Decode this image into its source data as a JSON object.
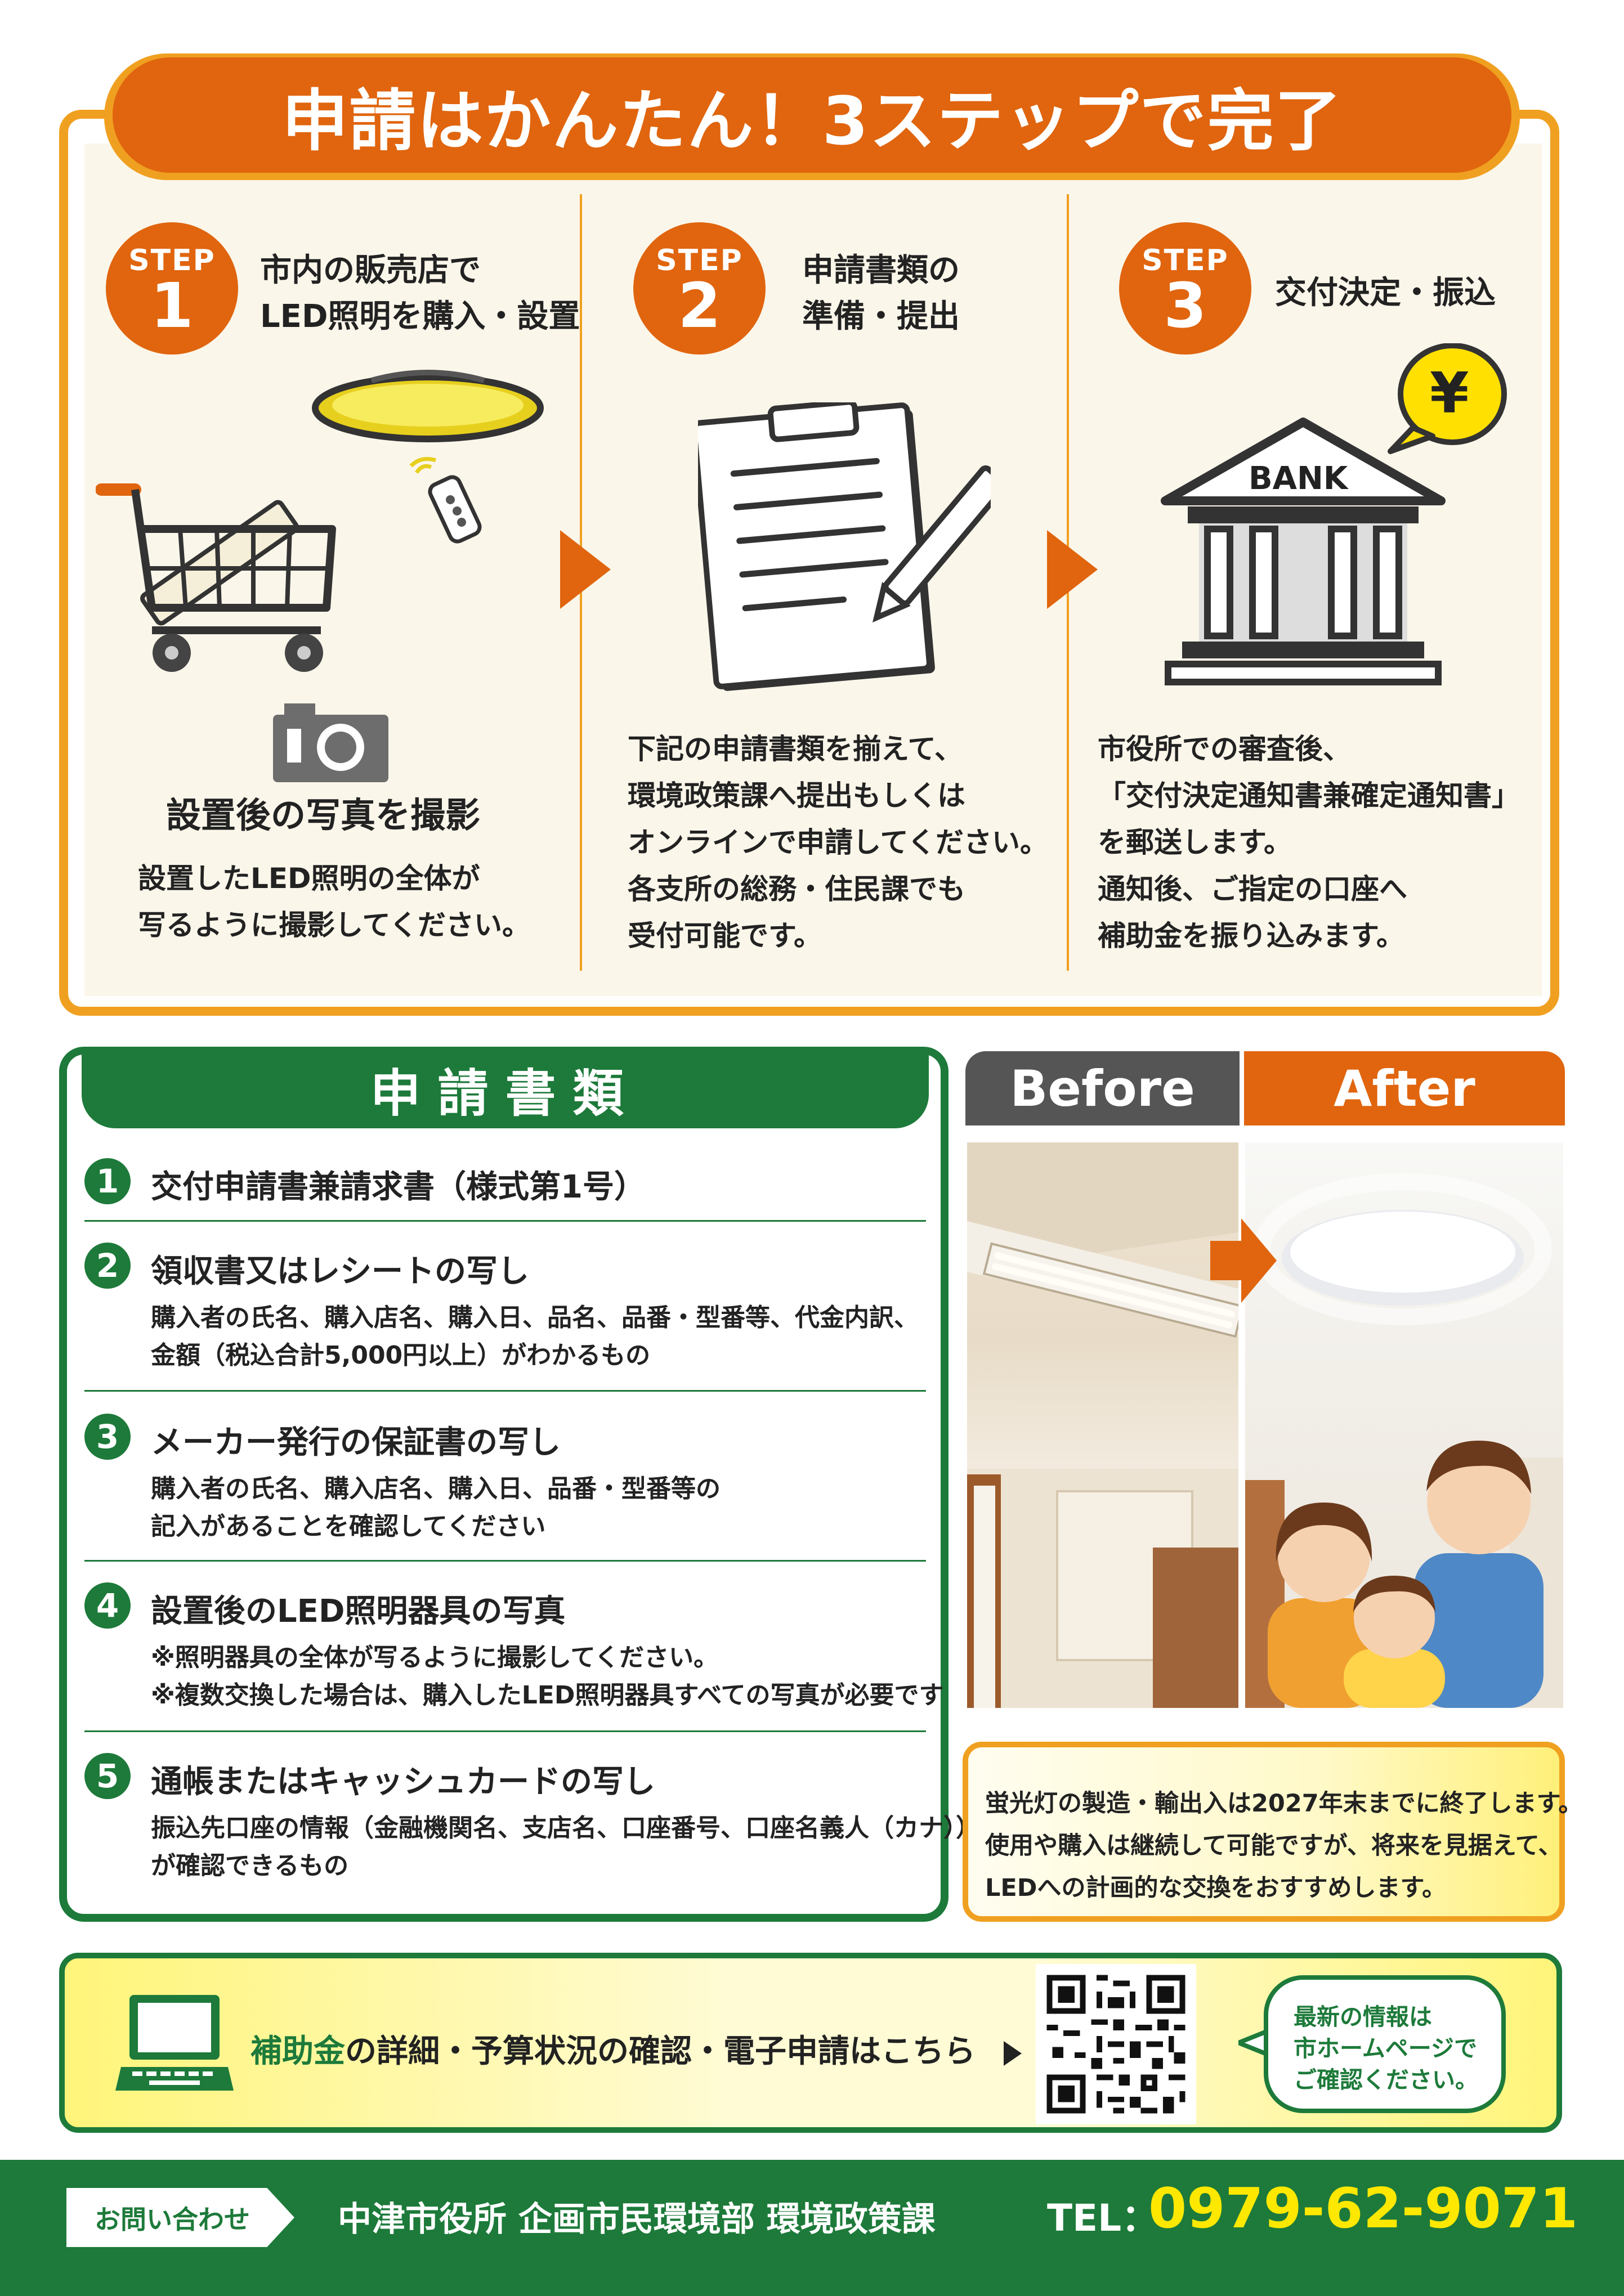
{
  "steps_section": {
    "title": "申請はかんたん！3ステップで完了",
    "step_word": "STEP",
    "steps": [
      {
        "number": "1",
        "title_lines": [
          "市内の販売店で",
          "LED照明を購入・設置"
        ],
        "photo_heading": "設置後の写真を撮影",
        "body_lines": [
          "設置したLED照明の全体が",
          "写るように撮影してください。"
        ]
      },
      {
        "number": "2",
        "title_lines": [
          "申請書類の",
          "準備・提出"
        ],
        "body_lines": [
          "下記の申請書類を揃えて、",
          "環境政策課へ提出もしくは",
          "オンラインで申請してください。",
          "各支所の総務・住民課でも",
          "受付可能です。"
        ]
      },
      {
        "number": "3",
        "title_lines": [
          "交付決定・振込"
        ],
        "bank_label": "BANK",
        "yen_symbol": "¥",
        "body_lines": [
          "市役所での審査後、",
          "「交付決定通知書兼確定通知書」",
          "を郵送します。",
          "通知後、ご指定の口座へ",
          "補助金を振り込みます。"
        ]
      }
    ]
  },
  "documents_section": {
    "title": "申請書類",
    "items": [
      {
        "number": "1",
        "title": "交付申請書兼請求書（様式第1号）",
        "desc_lines": []
      },
      {
        "number": "2",
        "title": "領収書又はレシートの写し",
        "desc_lines": [
          "購入者の氏名、購入店名、購入日、品名、品番・型番等、代金内訳、",
          "金額（税込合計5,000円以上）がわかるもの"
        ]
      },
      {
        "number": "3",
        "title": "メーカー発行の保証書の写し",
        "desc_lines": [
          "購入者の氏名、購入店名、購入日、品番・型番等の",
          "記入があることを確認してください"
        ]
      },
      {
        "number": "4",
        "title": "設置後のLED照明器具の写真",
        "desc_lines": [
          "※照明器具の全体が写るように撮影してください。",
          "※複数交換した場合は、購入したLED照明器具すべての写真が必要です"
        ]
      },
      {
        "number": "5",
        "title": "通帳またはキャッシュカードの写し",
        "desc_lines": [
          "振込先口座の情報（金融機関名、支店名、口座番号、口座名義人（カナ））",
          "が確認できるもの"
        ]
      }
    ]
  },
  "before_after": {
    "before_label": "Before",
    "after_label": "After",
    "note_lines": [
      "蛍光灯の製造・輸出入は2027年末までに終了します。",
      "使用や購入は継続して可能ですが、将来を見据えて、",
      "LEDへの計画的な交換をおすすめします。"
    ]
  },
  "online_section": {
    "highlight": "補助金",
    "text": "の詳細・予算状況の確認・電子申請はこちら",
    "bubble_lines": [
      "最新の情報は",
      "市ホームページで",
      "ご確認ください。"
    ]
  },
  "footer": {
    "contact_label": "お問い合わせ",
    "department": "中津市役所 企画市民環境部 環境政策課",
    "tel_label": "TEL：",
    "tel_number": "0979-62-9071"
  },
  "colors": {
    "orange": "#e0650e",
    "amber": "#f0a020",
    "green": "#1d7a3a",
    "yellow": "#ffe800"
  }
}
